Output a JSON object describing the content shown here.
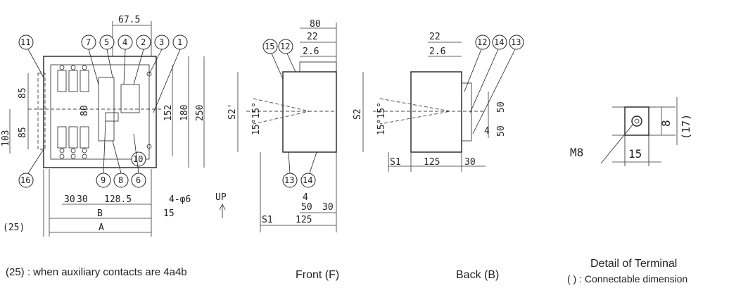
{
  "captions": {
    "note": "(25) : when auxiliary contacts are 4a4b",
    "front": "Front (F)",
    "back": "Back (B)",
    "terminal_title": "Detail of Terminal",
    "terminal_note": "(     ) : Connectable dimension"
  },
  "main_view": {
    "callouts": [
      "11",
      "7",
      "5",
      "4",
      "2",
      "3",
      "1",
      "16",
      "9",
      "8",
      "6",
      "10"
    ],
    "dims": {
      "top_width": "67.5",
      "h85a": "85",
      "h85b": "85",
      "h103": "103",
      "h80": "80",
      "h152": "152",
      "h180": "180",
      "h250": "250",
      "w30a": "30",
      "w30b": "30",
      "w128": "128.5",
      "holes": "4-φ6",
      "w15": "15",
      "B": "B",
      "A": "A",
      "w25": "(25)",
      "up": "UP"
    }
  },
  "front_view": {
    "callouts": [
      "15",
      "12",
      "13",
      "14"
    ],
    "dims": {
      "w80": "80",
      "w22": "22",
      "w26": "2.6",
      "S2": "S2'",
      "ang": "15°15°",
      "w4": "4",
      "w50": "50",
      "w30": "30",
      "S1": "S1",
      "w125": "125"
    }
  },
  "back_view": {
    "callouts": [
      "12",
      "14",
      "13"
    ],
    "dims": {
      "w22": "22",
      "w26": "2.6",
      "S2": "S2",
      "ang": "15°15°",
      "h50a": "50",
      "h50b": "50",
      "w4": "4",
      "S1": "S1",
      "w125": "125",
      "w30": "30"
    }
  },
  "terminal": {
    "bolt": "M8",
    "w15": "15",
    "h8": "8",
    "h17": "(17)"
  }
}
